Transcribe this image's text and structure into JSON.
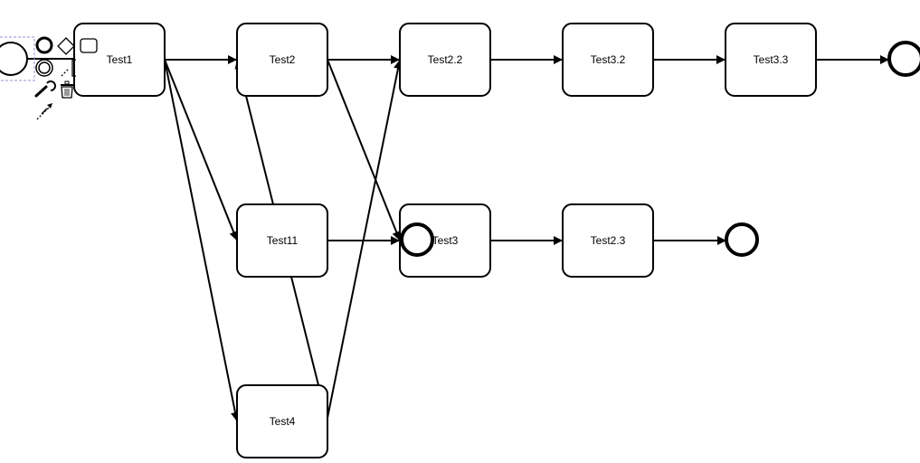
{
  "diagram": {
    "type": "bpmn-process",
    "tasks": [
      {
        "id": "t1",
        "label": "Test1"
      },
      {
        "id": "t2",
        "label": "Test2"
      },
      {
        "id": "t22",
        "label": "Test2.2"
      },
      {
        "id": "t32",
        "label": "Test3.2"
      },
      {
        "id": "t33",
        "label": "Test3.3"
      },
      {
        "id": "t11",
        "label": "Test11"
      },
      {
        "id": "t3",
        "label": "Test3"
      },
      {
        "id": "t23",
        "label": "Test2.3"
      },
      {
        "id": "t4",
        "label": "Test4"
      }
    ],
    "events": [
      {
        "id": "start",
        "kind": "start"
      },
      {
        "id": "end1",
        "kind": "end"
      },
      {
        "id": "end2",
        "kind": "end"
      },
      {
        "id": "end3",
        "kind": "end"
      }
    ],
    "flows": [
      {
        "from": "start",
        "to": "t1"
      },
      {
        "from": "t1",
        "to": "t2"
      },
      {
        "from": "t1",
        "to": "t11"
      },
      {
        "from": "t1",
        "to": "t4"
      },
      {
        "from": "t2",
        "to": "t22"
      },
      {
        "from": "t2",
        "to": "t3"
      },
      {
        "from": "t4",
        "to": "t2"
      },
      {
        "from": "t4",
        "to": "t22"
      },
      {
        "from": "t11",
        "to": "t3"
      },
      {
        "from": "t22",
        "to": "t32"
      },
      {
        "from": "t32",
        "to": "t33"
      },
      {
        "from": "t33",
        "to": "end1"
      },
      {
        "from": "t3",
        "to": "t23"
      },
      {
        "from": "t23",
        "to": "end3"
      }
    ]
  },
  "context_pad": {
    "tools": [
      {
        "name": "append-end-event-icon"
      },
      {
        "name": "append-gateway-icon"
      },
      {
        "name": "append-task-icon"
      },
      {
        "name": "append-intermediate-event-icon"
      },
      {
        "name": "append-text-annotation-icon"
      },
      {
        "name": "change-type-wrench-icon"
      },
      {
        "name": "delete-trash-icon"
      },
      {
        "name": "connect-arrow-icon"
      }
    ]
  }
}
